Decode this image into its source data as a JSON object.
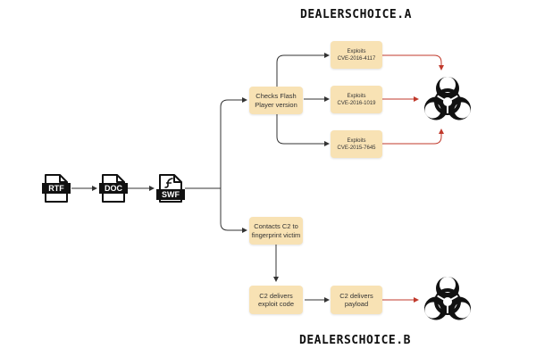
{
  "titles": {
    "a": "DEALERSCHOICE.A",
    "b": "DEALERSCHOICE.B"
  },
  "files": [
    {
      "tag": "RTF",
      "icon": "document-icon"
    },
    {
      "tag": "DOC",
      "icon": "document-icon"
    },
    {
      "tag": "SWF",
      "icon": "flash-document-icon"
    }
  ],
  "nodes": {
    "checks_flash": {
      "lines": [
        "Checks Flash",
        "Player version"
      ]
    },
    "exploit_1": {
      "lines": [
        "Exploits",
        "CVE-2016-4117"
      ]
    },
    "exploit_2": {
      "lines": [
        "Exploits",
        "CVE-2016-1019"
      ]
    },
    "exploit_3": {
      "lines": [
        "Exploits",
        "CVE-2015-7645"
      ]
    },
    "contacts_c2": {
      "lines": [
        "Contacts C2 to",
        "fingerprint victim"
      ]
    },
    "delivers_exploit": {
      "lines": [
        "C2 delivers",
        "exploit code"
      ]
    },
    "delivers_payload": {
      "lines": [
        "C2 delivers",
        "payload"
      ]
    }
  },
  "icons": {
    "biohazard": "biohazard-icon"
  },
  "colors": {
    "node_fill": "#f8e2b4",
    "edge": "#333333",
    "payload_edge": "#c0392b",
    "icon": "#111111"
  }
}
